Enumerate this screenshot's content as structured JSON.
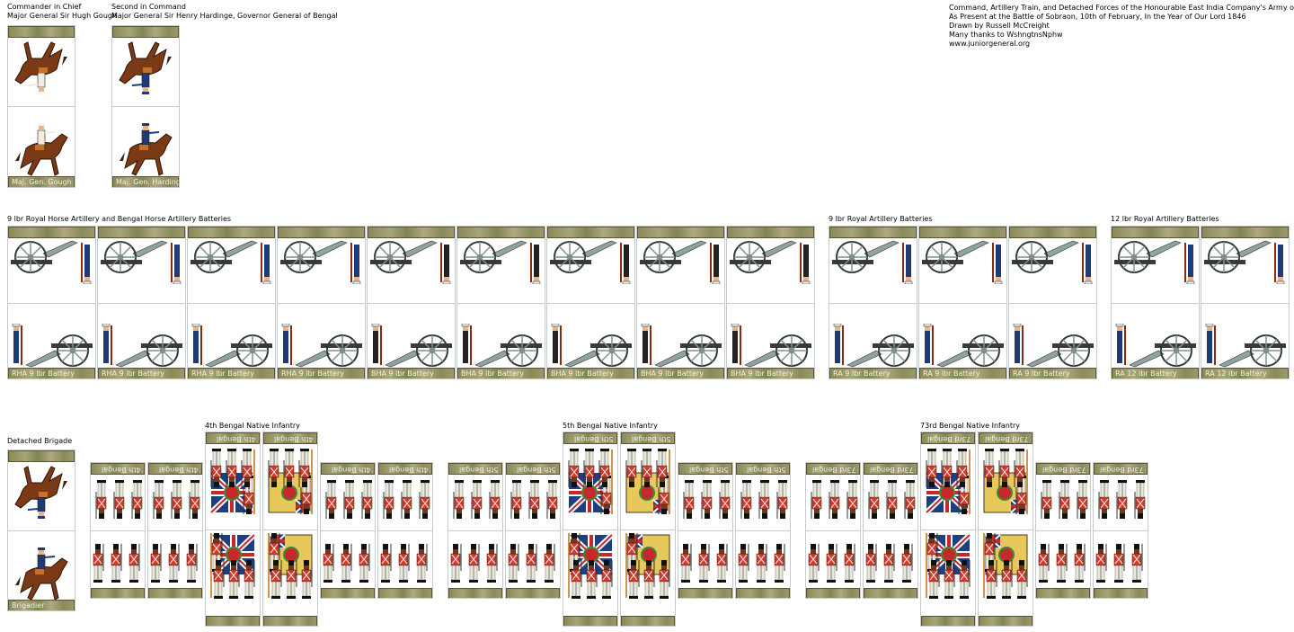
{
  "command": {
    "chief_heading": "Commander in Chief",
    "chief_name": "Major General Sir Hugh Gough",
    "second_heading": "Second in Command",
    "second_name": "Major General Sir Henry Hardinge, Governor General of Bengal",
    "cards": [
      {
        "label": "Maj. Gen. Gough",
        "coat": "#f0ece0"
      },
      {
        "label": "Maj. Gen. Hardinge",
        "coat": "#1f3a75"
      }
    ]
  },
  "credits": [
    "Command, Artillery Train, and Detached Forces of the Honourable East India Company's Army of the Sutlej",
    "As Present at the Battle of Sobraon, 10th of February, In the Year of Our Lord 1846",
    "Drawn by Russell McCreight",
    "Many thanks to WshngtnsNphw",
    "www.juniorgeneral.org"
  ],
  "artillery": {
    "groups": [
      {
        "heading": "9 lbr Royal Horse Artillery and Bengal Horse Artillery Batteries",
        "cards": [
          "RHA 9 lbr Battery",
          "RHA 9 lbr Battery",
          "RHA 9 lbr Battery",
          "RHA 9 lbr Battery",
          "BHA 9 lbr Battery",
          "BHA 9 lbr Battery",
          "BHA 9 lbr Battery",
          "BHA 9 lbr Battery",
          "BHA 9 lbr Battery"
        ]
      },
      {
        "heading": "9 lbr Royal Artillery Batteries",
        "cards": [
          "RA 9 lbr Battery",
          "RA 9 lbr Battery",
          "RA 9 lbr Battery"
        ]
      },
      {
        "heading": "12 lbr Royal Artillery Batteries",
        "cards": [
          "RA 12 lbr Battery",
          "RA 12 lbr Battery"
        ]
      }
    ]
  },
  "brigade": {
    "heading": "Detached Brigade",
    "label": "Brigadier"
  },
  "infantry": [
    {
      "heading": "4th Bengal Native Infantry",
      "label": "4th Bengal"
    },
    {
      "heading": "5th Bengal Native Infantry",
      "label": "5th Bengal"
    },
    {
      "heading": "73rd Bengal Native Infantry",
      "label": "73rd Bengal"
    }
  ],
  "colors": {
    "redcoat": "#d23a2a",
    "trousers": "#ece8d8",
    "rha_coat": "#1f3a75",
    "horse": "#7a3a16",
    "gun": "#8fa3a0",
    "regimental_flag": "#e8c85a",
    "union_blue": "#1e3f80"
  }
}
